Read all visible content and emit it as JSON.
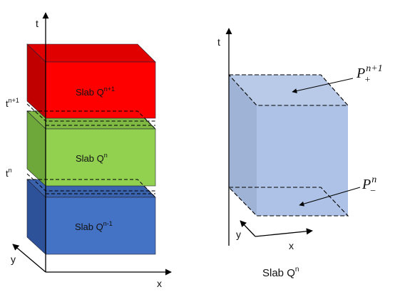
{
  "left_diagram": {
    "t_axis_label": "t",
    "x_axis_label": "x",
    "y_axis_label": "y",
    "t_n1_base": "t",
    "t_n1_sup": "n+1",
    "t_n_base": "t",
    "t_n_sup": "n",
    "slabs": {
      "top": {
        "text": "Slab Q",
        "sup": "n+1",
        "front": "#ff0000",
        "side": "#c00000"
      },
      "middle": {
        "text": "Slab Q",
        "sup": "n",
        "front": "#92d050",
        "side": "#6fa83a"
      },
      "bottom": {
        "text": "Slab Q",
        "sup": "n-1",
        "front": "#4472c4",
        "side": "#2e529a"
      }
    }
  },
  "right_diagram": {
    "t_axis_label": "t",
    "x_axis_label": "x",
    "y_axis_label": "y",
    "p_plus": {
      "base": "P",
      "sub": "+",
      "sup": "n+1"
    },
    "p_minus": {
      "base": "P",
      "sub": "−",
      "sup": "n"
    },
    "caption_text": "Slab Q",
    "caption_sup": "n",
    "box_color": "#b4c7e7"
  }
}
